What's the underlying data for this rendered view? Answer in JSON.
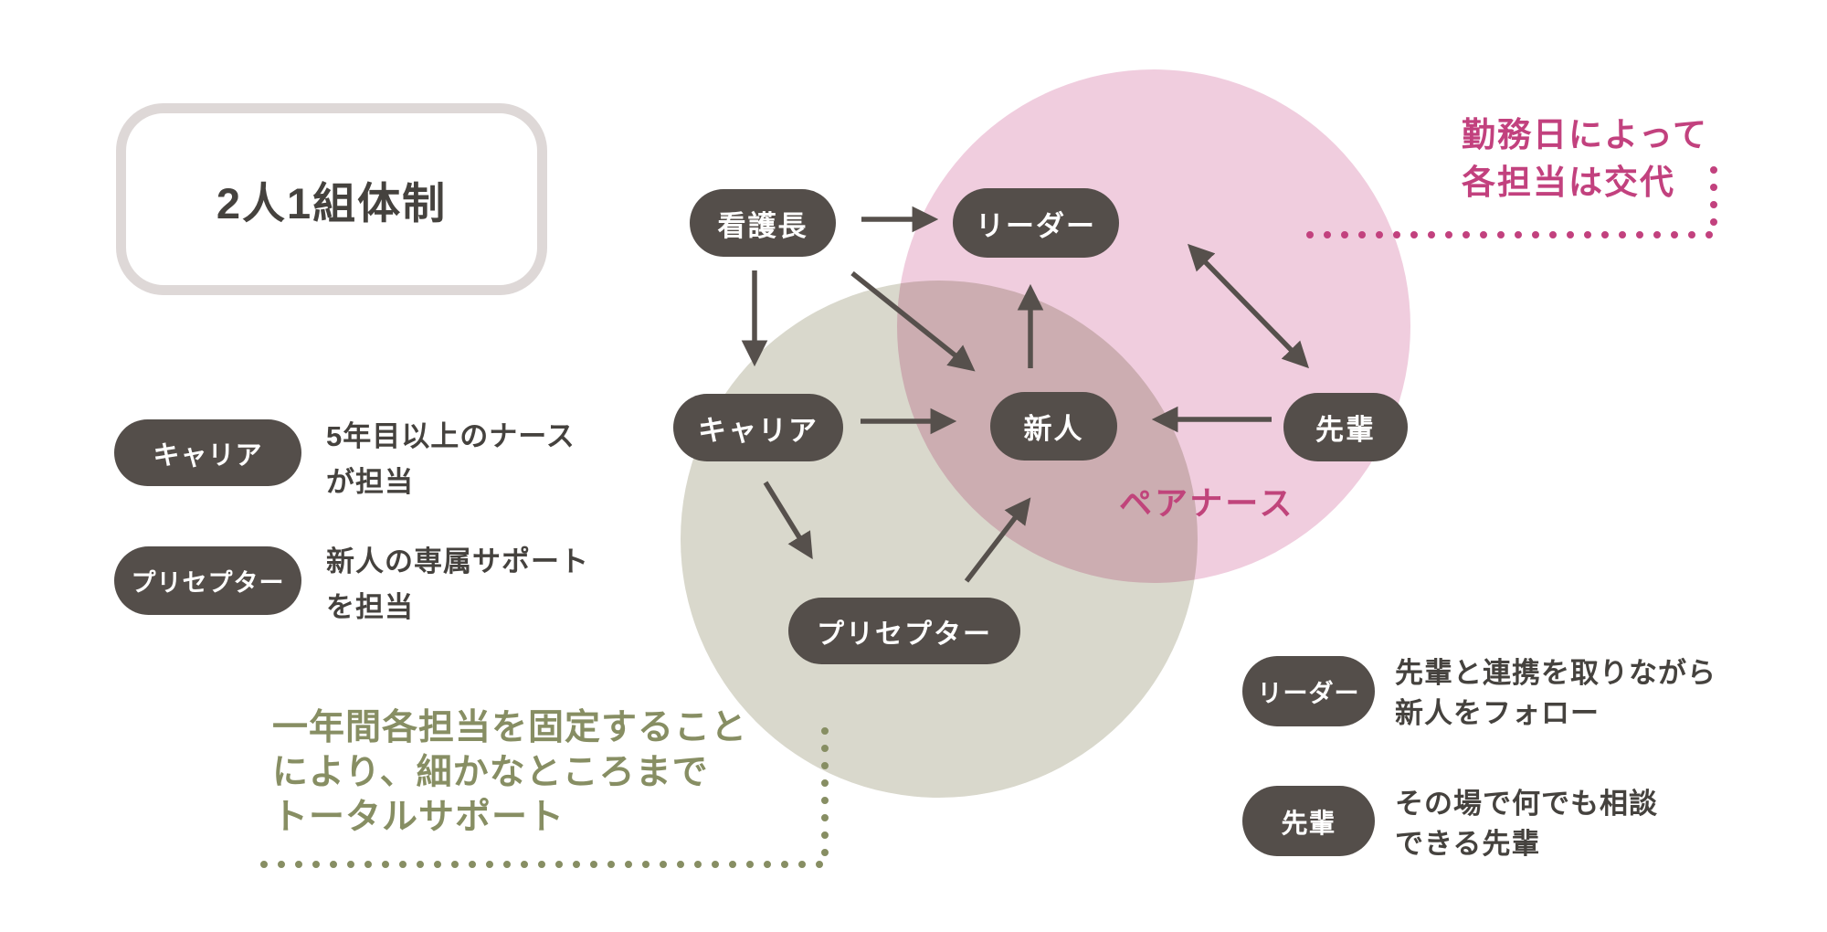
{
  "title": "2人1組体制",
  "nodes": {
    "head_nurse": "看護長",
    "leader": "リーダー",
    "career": "キャリア",
    "newcomer": "新人",
    "senior": "先輩",
    "preceptor": "プリセプター"
  },
  "annotations": {
    "pair_nurse": "ペアナース",
    "rotation_note": {
      "line1": "勤務日によって",
      "line2": "各担当は交代"
    },
    "fixed_note": {
      "line1": "一年間各担当を固定すること",
      "line2": "により、細かなところまで",
      "line3": "トータルサポート"
    }
  },
  "legend": {
    "career": {
      "label": "キャリア",
      "line1": "5年目以上のナース",
      "line2": "が担当"
    },
    "preceptor": {
      "label": "プリセプター",
      "line1": "新人の専属サポート",
      "line2": "を担当"
    },
    "leader": {
      "label": "リーダー",
      "line1": "先輩と連携を取りながら",
      "line2": "新人をフォロー"
    },
    "senior": {
      "label": "先輩",
      "line1": "その場で何でも相談",
      "line2": "できる先輩"
    }
  },
  "colors": {
    "pink_circle": "#f0cdde",
    "green_circle": "#d9d8cc",
    "overlap": "#ccaeb2",
    "pill_background": "#544e4a",
    "arrow": "#56504c",
    "pink_accent": "#c2417e",
    "green_accent": "#878e63",
    "dark_text": "#45423e",
    "title_border": "#ded8d7"
  }
}
